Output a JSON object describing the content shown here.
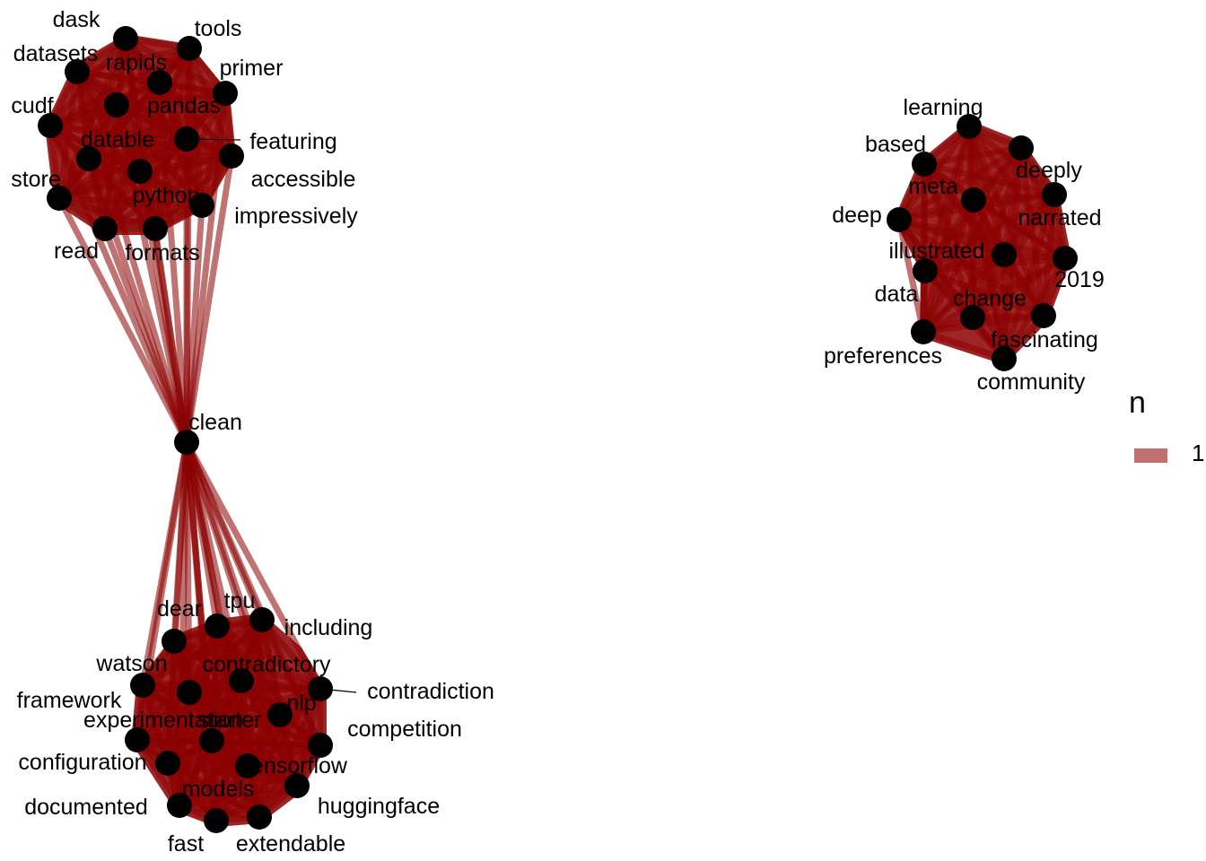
{
  "colors": {
    "edge": "#8b0000",
    "node": "#000000",
    "legend_key": "#c07070"
  },
  "legend": {
    "title": "n",
    "label": "1"
  },
  "graph": {
    "clusters": [
      [
        "dask",
        "tools",
        "datasets",
        "rapids",
        "primer",
        "cudf",
        "pandas",
        "featuring",
        "datable",
        "accessible",
        "store",
        "python",
        "impressively",
        "read",
        "formats",
        "clean"
      ],
      [
        "clean",
        "dear",
        "tpu",
        "including",
        "watson",
        "contradictory",
        "contradiction",
        "framework",
        "nlp",
        "experimentation",
        "starter",
        "competition",
        "configuration",
        "tensorflow",
        "models",
        "huggingface",
        "documented",
        "fast",
        "extendable"
      ],
      [
        "learning",
        "based",
        "deeply",
        "meta",
        "deep",
        "narrated",
        "illustrated",
        "2019",
        "data",
        "change",
        "fascinating",
        "preferences",
        "community"
      ]
    ],
    "nodes": [
      {
        "label": "dask"
      },
      {
        "label": "tools"
      },
      {
        "label": "datasets"
      },
      {
        "label": "rapids"
      },
      {
        "label": "primer"
      },
      {
        "label": "cudf"
      },
      {
        "label": "pandas"
      },
      {
        "label": "featuring"
      },
      {
        "label": "datable"
      },
      {
        "label": "accessible"
      },
      {
        "label": "store"
      },
      {
        "label": "python"
      },
      {
        "label": "impressively"
      },
      {
        "label": "read"
      },
      {
        "label": "formats"
      },
      {
        "label": "clean"
      },
      {
        "label": "dear"
      },
      {
        "label": "tpu"
      },
      {
        "label": "including"
      },
      {
        "label": "watson"
      },
      {
        "label": "contradictory"
      },
      {
        "label": "contradiction"
      },
      {
        "label": "framework"
      },
      {
        "label": "nlp"
      },
      {
        "label": "experimentation"
      },
      {
        "label": "starter"
      },
      {
        "label": "competition"
      },
      {
        "label": "configuration"
      },
      {
        "label": "tensorflow"
      },
      {
        "label": "models"
      },
      {
        "label": "huggingface"
      },
      {
        "label": "documented"
      },
      {
        "label": "fast"
      },
      {
        "label": "extendable"
      },
      {
        "label": "learning"
      },
      {
        "label": "based"
      },
      {
        "label": "deeply"
      },
      {
        "label": "meta"
      },
      {
        "label": "deep"
      },
      {
        "label": "narrated"
      },
      {
        "label": "illustrated"
      },
      {
        "label": "2019"
      },
      {
        "label": "data"
      },
      {
        "label": "change"
      },
      {
        "label": "fascinating"
      },
      {
        "label": "preferences"
      },
      {
        "label": "community"
      }
    ]
  }
}
